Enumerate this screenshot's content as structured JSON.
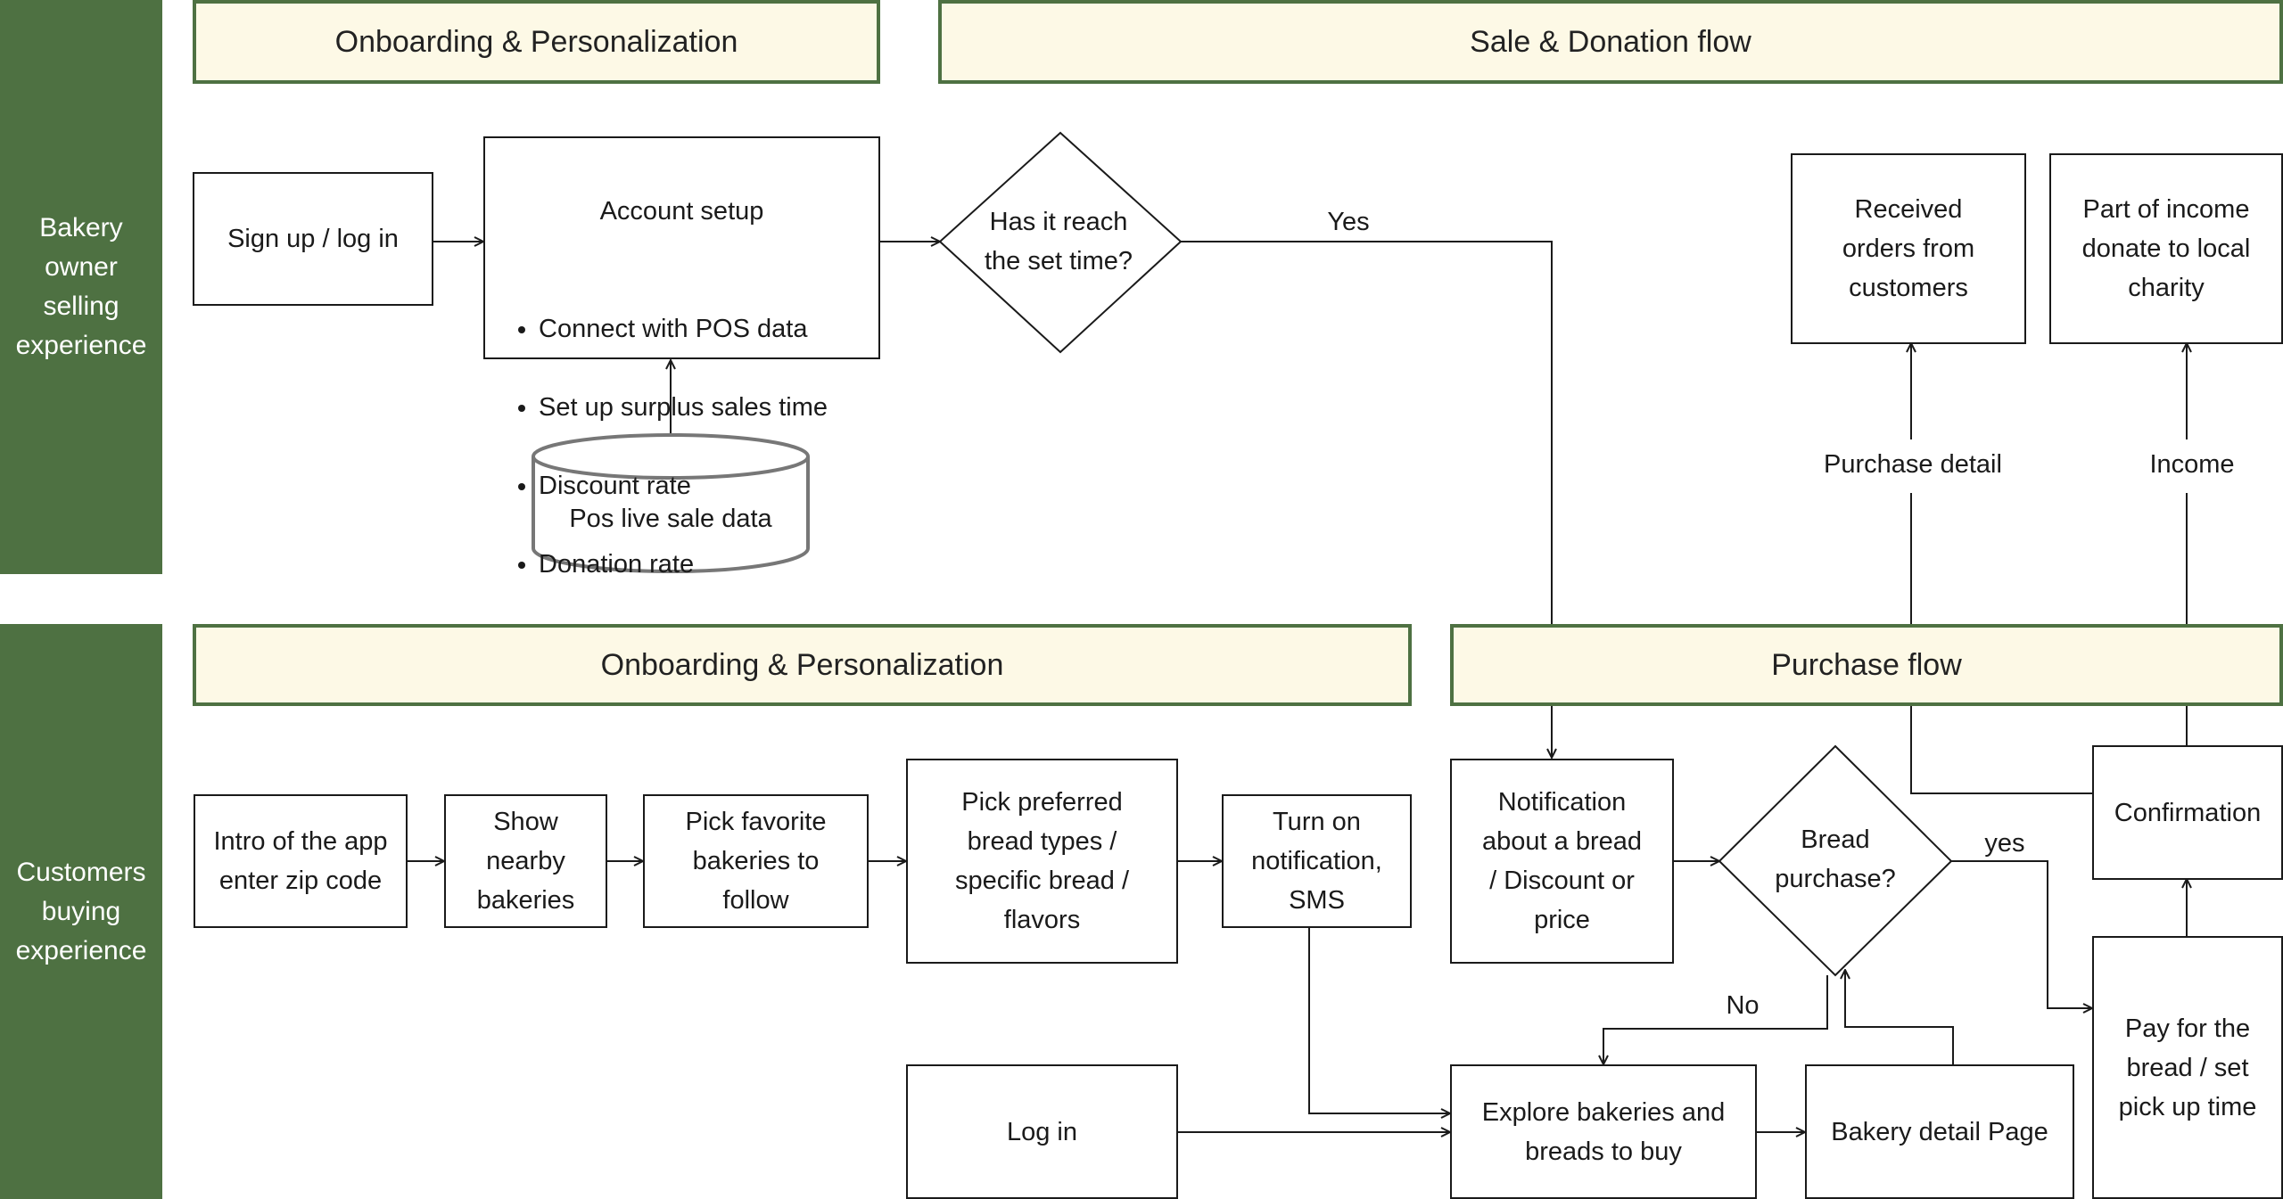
{
  "lanes": {
    "owner": "Bakery\nowner\nselling\nexperience",
    "customer": "Customers\nbuying\nexperience"
  },
  "phases": {
    "owner_onboarding": "Onboarding & Personalization",
    "sale_donation": "Sale & Donation flow",
    "customer_onboarding": "Onboarding & Personalization",
    "purchase": "Purchase flow"
  },
  "owner": {
    "sign_up": "Sign up / log in",
    "account_setup": {
      "title": "Account setup",
      "items": [
        "Connect with POS data",
        "Set up surplus sales time",
        "Discount rate",
        "Donation rate"
      ]
    },
    "pos_data": "Pos live sale data",
    "decision": "Has it reach\nthe set time?",
    "received_orders": "Received\norders from\ncustomers",
    "donate": "Part of income\ndonate to local\ncharity"
  },
  "customer": {
    "intro": "Intro of the app\nenter zip code",
    "nearby": "Show\nnearby\nbakeries",
    "favorite": "Pick favorite\nbakeries to\nfollow",
    "bread_types": "Pick preferred\nbread types /\nspecific bread /\nflavors",
    "notification_toggle": "Turn on\nnotification,\nSMS",
    "login": "Log in",
    "notification": "Notification\nabout a bread\n/ Discount or\nprice",
    "decision": "Bread\npurchase?",
    "confirmation": "Confirmation",
    "explore": "Explore bakeries and\nbreads to buy",
    "bakery_detail": "Bakery detail Page",
    "pay": "Pay for the\nbread / set\npick up time"
  },
  "edge_labels": {
    "yes": "Yes",
    "purchase_detail": "Purchase detail",
    "income": "Income",
    "no": "No",
    "yes_lower": "yes"
  },
  "colors": {
    "lane": "#4e7142",
    "phase_fill": "#fdf9e6",
    "phase_border": "#4e7142",
    "line": "#1a1a1a",
    "db_stroke": "#777777"
  }
}
